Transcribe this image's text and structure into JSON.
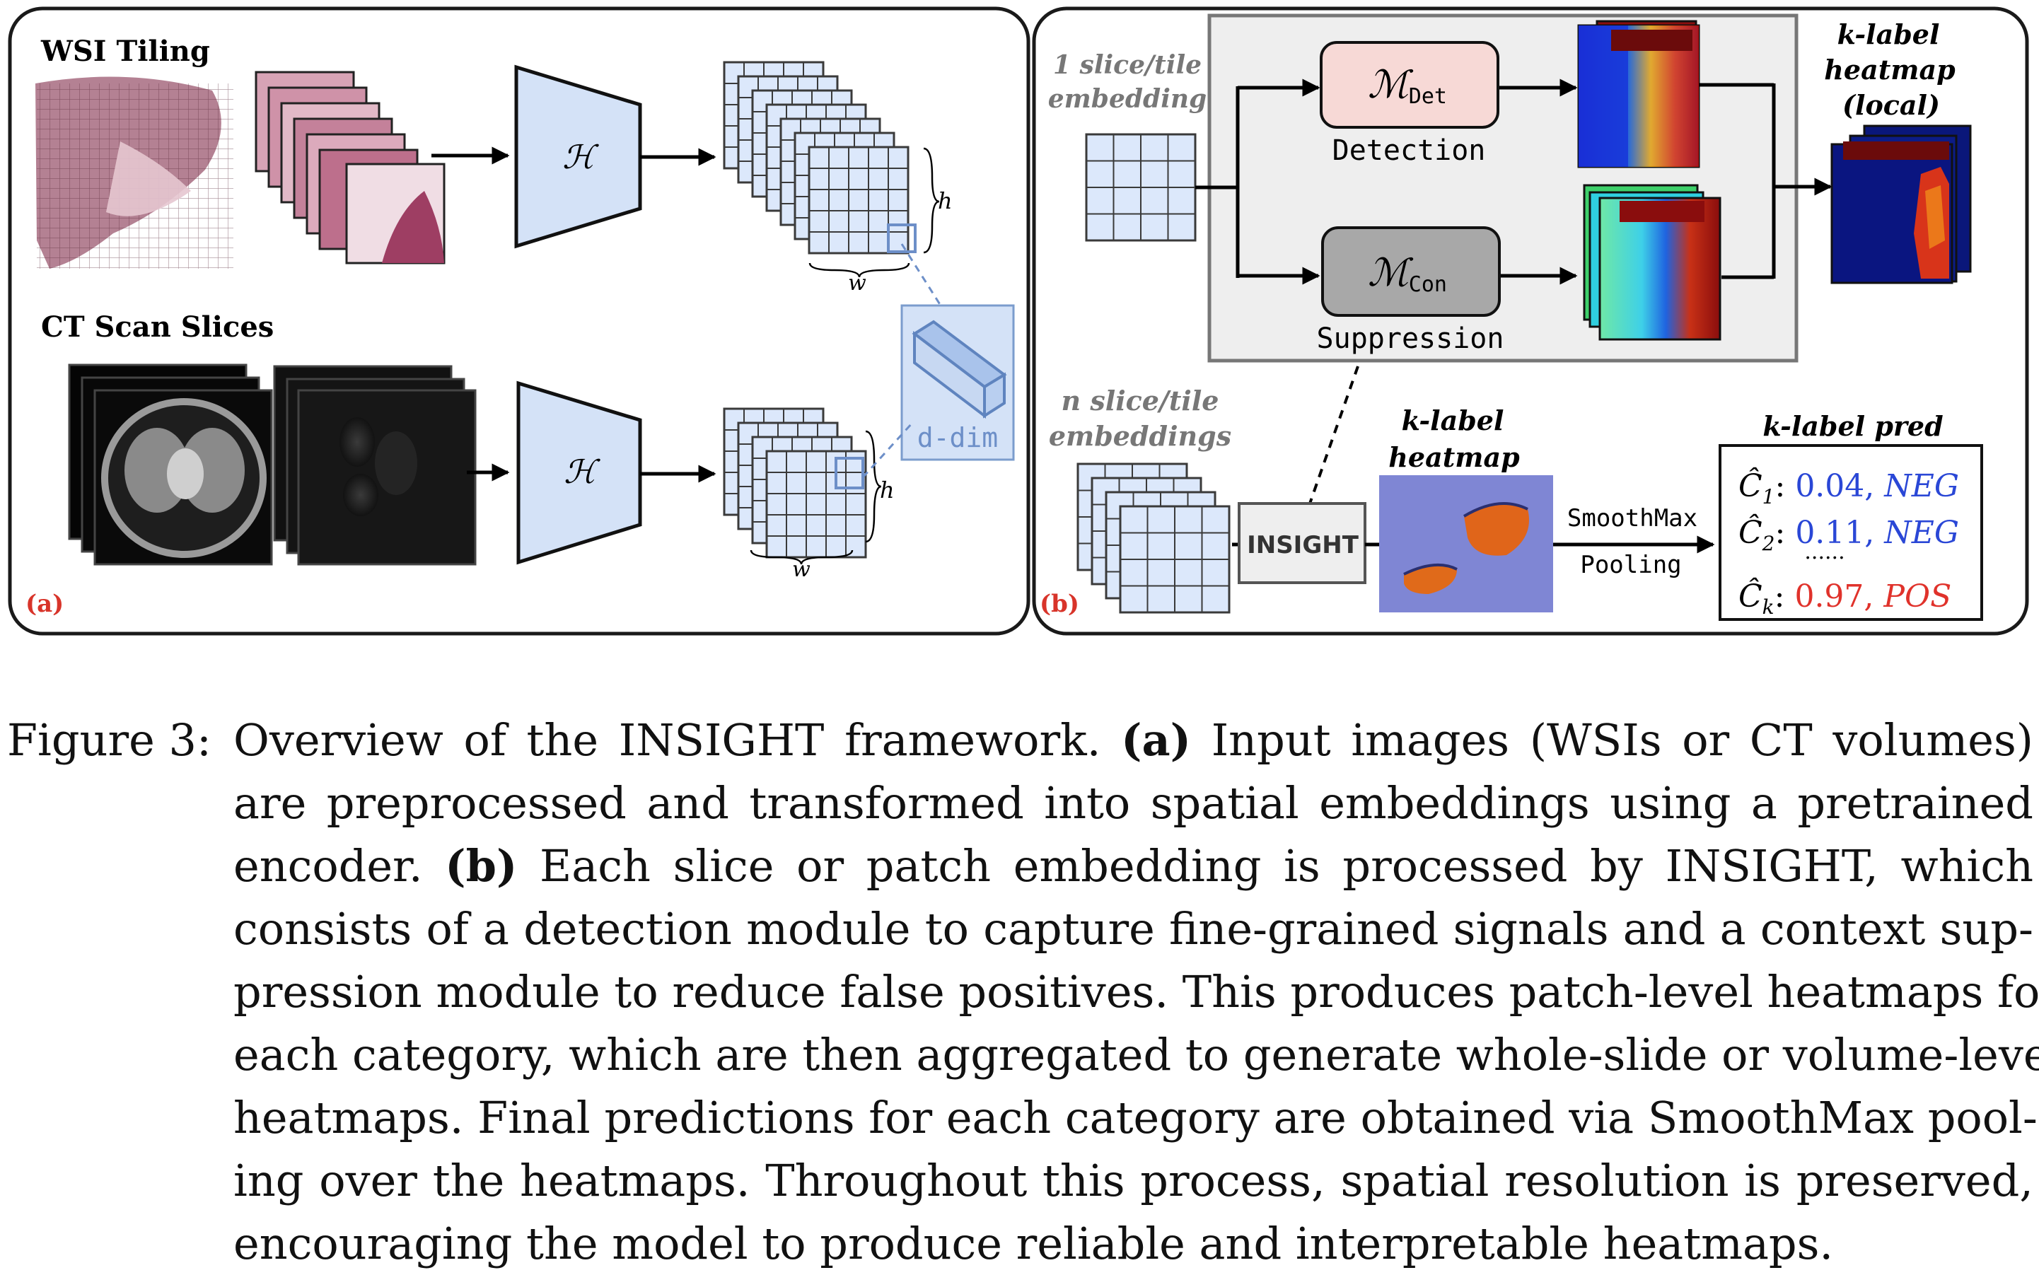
{
  "panel_a": {
    "label": "(a)",
    "wsi_title": "WSI Tiling",
    "ct_title": "CT Scan Slices",
    "encoder_symbol": "ℋ",
    "h_label": "h",
    "w_label": "w",
    "ddim_label": "d-dim"
  },
  "panel_b": {
    "label": "(b)",
    "one_embedding": [
      "1 slice/tile",
      "embedding"
    ],
    "n_embeddings": [
      "n slice/tile",
      "embeddings"
    ],
    "det_module": "ℳ",
    "det_sub": "Det",
    "det_name": "Detection",
    "con_module": "ℳ",
    "con_sub": "Con",
    "con_name": "Suppression",
    "local_heatmap": [
      "k-label",
      "heatmap",
      "(local)"
    ],
    "insight_box": "INSIGHT",
    "heatmap_title": [
      "k-label",
      "heatmap"
    ],
    "pool_label": [
      "SmoothMax",
      "Pooling"
    ],
    "pred_title": "k-label pred",
    "preds": [
      {
        "symbol": "Ĉ",
        "sub": "1",
        "value": "0.04,",
        "label": "NEG",
        "color": "#2a47d6"
      },
      {
        "symbol": "Ĉ",
        "sub": "2",
        "value": "0.11,",
        "label": "NEG",
        "color": "#2a47d6"
      },
      {
        "symbol": "Ĉ",
        "sub": "k",
        "value": "0.97,",
        "label": "POS",
        "color": "#e0322b"
      }
    ],
    "ellipsis": "......"
  },
  "colors": {
    "border": "#1a1a1a",
    "grid_fill": "#dce8fb",
    "grid_line": "#3a3a3a",
    "encoder_fill": "#d4e2f7",
    "det_fill": "#f7d9d6",
    "con_fill": "#a8a8a8",
    "gray_box": "#eeeeee",
    "label_red": "#d8342a",
    "gray_text": "#777777"
  },
  "caption": {
    "label": "Figure 3:",
    "lines": [
      [
        "Overview of the INSIGHT framework. ",
        {
          "b": "(a)"
        },
        " Input images (WSIs or CT volumes)"
      ],
      [
        "are preprocessed and transformed into spatial embeddings using a pretrained"
      ],
      [
        "encoder. ",
        {
          "b": "(b)"
        },
        " Each slice or patch embedding is processed by INSIGHT, which"
      ],
      [
        "consists of a detection module to capture fine-grained signals and a context sup-"
      ],
      [
        "pression module to reduce false positives. This produces patch-level heatmaps for"
      ],
      [
        "each category, which are then aggregated to generate whole-slide or volume-level"
      ],
      [
        "heatmaps. Final predictions for each category are obtained via SmoothMax pool-"
      ],
      [
        "ing over the heatmaps. Throughout this process, spatial resolution is preserved,"
      ],
      [
        "encouraging the model to produce reliable and interpretable heatmaps."
      ]
    ]
  }
}
